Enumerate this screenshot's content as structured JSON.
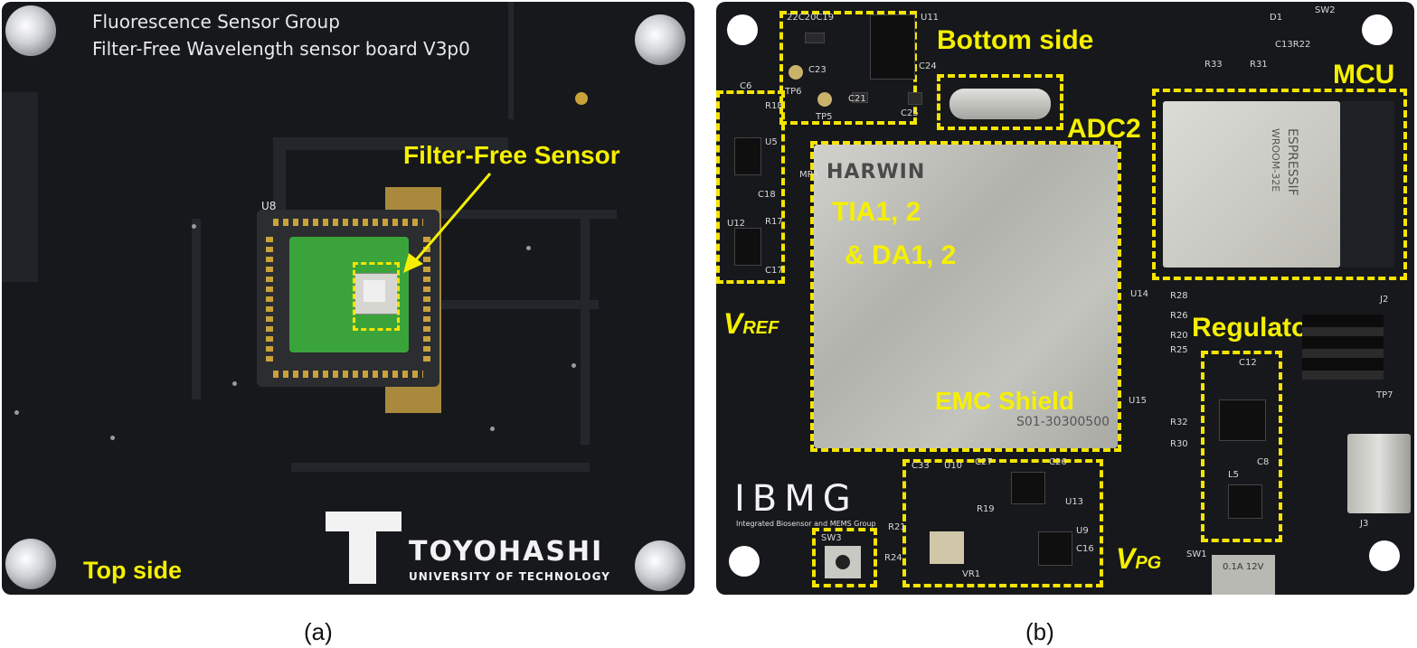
{
  "panel_a": {
    "silk_title_1": "Fluorescence Sensor Group",
    "silk_title_2": "Filter-Free Wavelength sensor board V3p0",
    "socket_label": "U8",
    "sensor_callout": "Filter-Free Sensor",
    "side_label": "Top side",
    "logo_name": "TOYOHASHI",
    "logo_sub": "UNIVERSITY OF TECHNOLOGY",
    "caption": "(a)"
  },
  "panel_b": {
    "callouts": {
      "bottom_side": "Bottom side",
      "mcu": "MCU",
      "adc2": "ADC2",
      "tia_1": "TIA1, 2",
      "tia_2": "& DA1, 2",
      "vref_main": "V",
      "vref_sub": "REF",
      "regulator": "Regulator",
      "emc": "EMC Shield",
      "vpg_main": "V",
      "vpg_sub": "PG"
    },
    "shield_brand": "HARWIN",
    "shield_part": "S01-30300500",
    "mcu_text_1": "ESPRESSIF",
    "mcu_text_2": "WROOM-32E",
    "logo": "IBMG",
    "logo_sub": "Integrated Biosensor and MEMS Group",
    "refs": {
      "u11": "U11",
      "c19": "22C20C19",
      "c23": "C23",
      "c24": "C24",
      "c21": "C21",
      "c25": "C25",
      "tp6": "TP6",
      "tp5": "TP5",
      "sw2": "SW2",
      "d1": "D1",
      "c13": "C13R22",
      "r33": "R33",
      "r31": "R31",
      "c6": "C6",
      "r18": "R18",
      "u5": "U5",
      "c18": "C18",
      "u12": "U12",
      "r17": "R17",
      "c17": "C17",
      "mp4": "MP4",
      "u14": "U14",
      "r28": "R28",
      "r26": "R26",
      "r20": "R20",
      "r25": "R25",
      "j2": "J2",
      "c12": "C12",
      "tp7": "TP7",
      "u15": "U15",
      "r32": "R32",
      "r30": "R30",
      "c8": "C8",
      "l5": "L5",
      "j3": "J3",
      "sw1": "SW1",
      "sw1_text": "0.1A 12V",
      "c33": "C33",
      "u10": "U10",
      "c27": "C27",
      "c26": "C26",
      "r19": "R19",
      "u13": "U13",
      "u9": "U9",
      "c16": "C16",
      "r21": "R21",
      "sw3": "SW3",
      "r24": "R24",
      "vr1": "VR1"
    },
    "caption": "(b)"
  },
  "colors": {
    "pcb": "#16181b",
    "annotation": "#f5f000",
    "shield": "#b9b9b4",
    "socket": "#2b2d30",
    "sensor_pcb": "#3aa43a",
    "gold_pad": "#c9a23a"
  }
}
